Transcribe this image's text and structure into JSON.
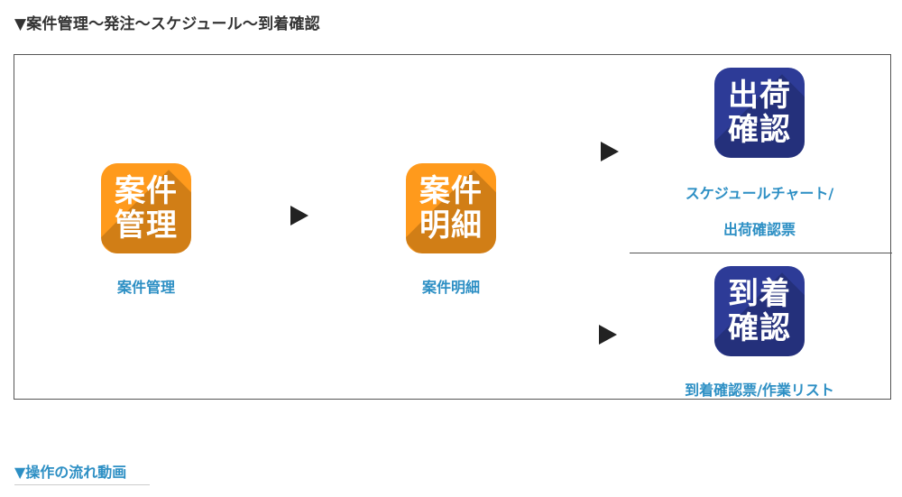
{
  "page": {
    "section_title": "▼案件管理～発注～スケジュール～到着確認",
    "sub_title": "▼操作の流れ動画"
  },
  "flow": {
    "case_management": {
      "icon_line1": "案件",
      "icon_line2": "管理",
      "caption": "案件管理",
      "icon_color": "#ff9a1c"
    },
    "case_details": {
      "icon_line1": "案件",
      "icon_line2": "明細",
      "caption": "案件明細",
      "icon_color": "#ff9a1c"
    },
    "shipping_confirm": {
      "icon_line1": "出荷",
      "icon_line2": "確認",
      "caption_line1": "スケジュールチャート/",
      "caption_line2": "出荷確認票",
      "icon_color": "#2d3b97"
    },
    "arrival_confirm": {
      "icon_line1": "到着",
      "icon_line2": "確認",
      "caption": "到着確認票/作業リスト",
      "icon_color": "#2d3b97"
    }
  },
  "colors": {
    "caption": "#2d8fc4",
    "arrow": "#222222",
    "border": "#555555"
  },
  "icons": [
    "right-triangle-arrow-icon"
  ]
}
